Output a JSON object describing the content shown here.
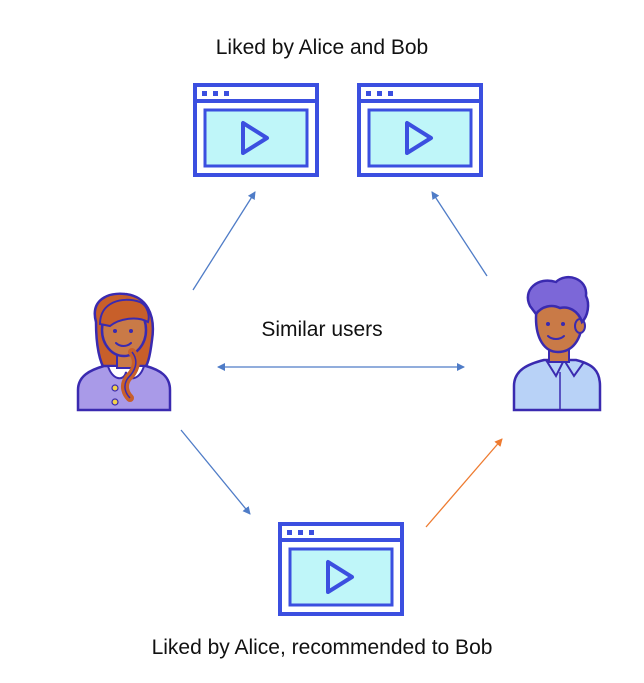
{
  "captions": {
    "top": "Liked by Alice and Bob",
    "middle": "Similar users",
    "bottom": "Liked by Alice, recommended to Bob"
  },
  "icons": {
    "video_window": "video-player-window-icon",
    "alice": "woman-avatar-icon",
    "bob": "man-avatar-icon"
  },
  "colors": {
    "window_frame": "#3b4fe0",
    "screen_fill": "#bff6f9",
    "play": "#3b4fe0",
    "arrow_blue": "#4f7cc7",
    "arrow_orange": "#ee7b30",
    "skin": "#c97a47",
    "alice_hair": "#c85f2a",
    "alice_dress": "#a99ae8",
    "bob_hair": "#7c67d8",
    "bob_shirt": "#b8d2f7",
    "outline": "#3a2ab0"
  }
}
